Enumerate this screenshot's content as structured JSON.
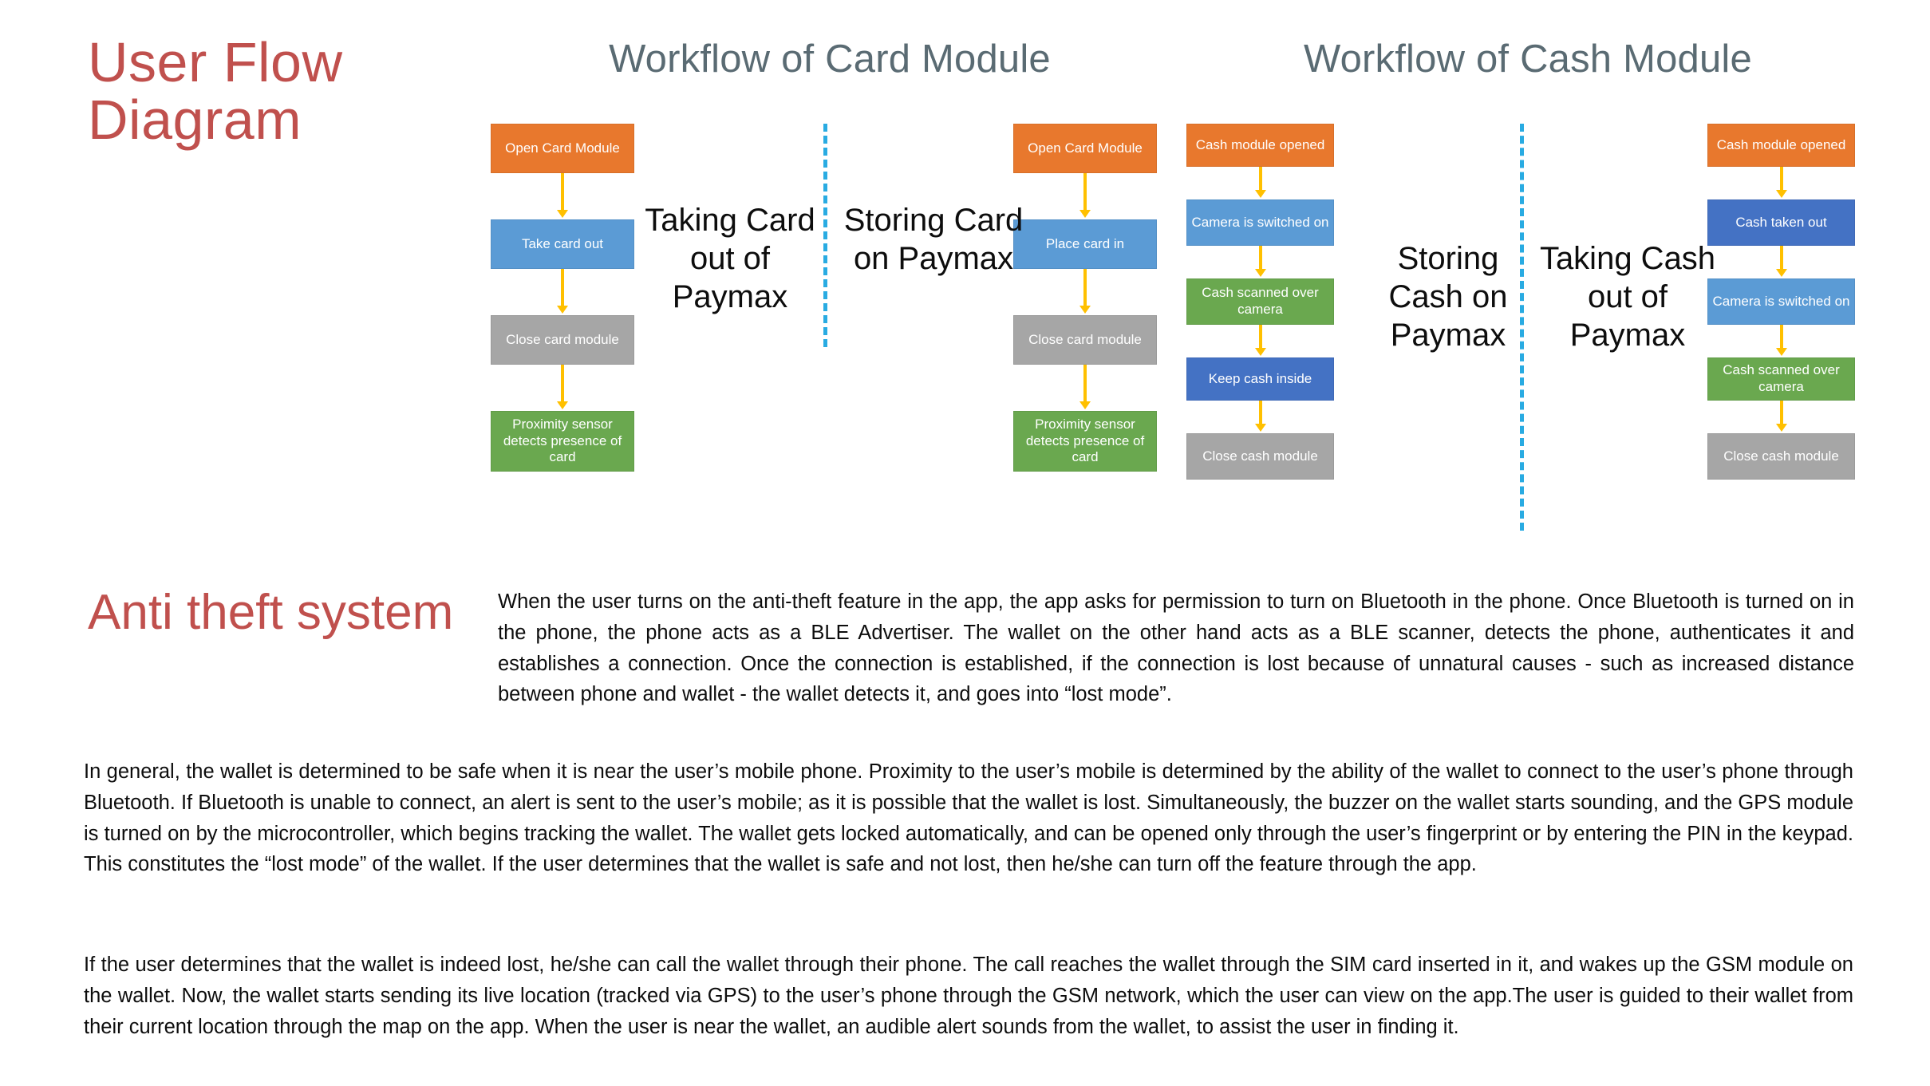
{
  "slide": {
    "title": "User Flow Diagram",
    "workflow_card_heading": "Workflow of Card Module",
    "workflow_cash_heading": "Workflow of Cash Module"
  },
  "colors": {
    "title_red": "#C0504D",
    "heading_slate": "#5A6B73",
    "orange": "#E8782D",
    "blue": "#5B9BD5",
    "dark_blue": "#4472C4",
    "green": "#6AA84F",
    "gray": "#A6A6A6",
    "arrow_yellow": "#FFC000",
    "divider_cyan": "#29ABE2"
  },
  "flows": [
    {
      "label": "Taking Card out of Paymax",
      "steps": [
        {
          "text": "Open Card Module",
          "color": "orange"
        },
        {
          "text": "Take card out",
          "color": "blue"
        },
        {
          "text": "Close card module",
          "color": "gray"
        },
        {
          "text": "Proximity sensor detects presence of card",
          "color": "green"
        }
      ]
    },
    {
      "label": "Storing Card on Paymax",
      "steps": [
        {
          "text": "Open Card Module",
          "color": "orange"
        },
        {
          "text": "Place card in",
          "color": "blue"
        },
        {
          "text": "Close card module",
          "color": "gray"
        },
        {
          "text": "Proximity sensor detects presence of card",
          "color": "green"
        }
      ]
    },
    {
      "label": "Storing Cash on Paymax",
      "steps": [
        {
          "text": "Cash module opened",
          "color": "orange"
        },
        {
          "text": "Camera is switched on",
          "color": "blue"
        },
        {
          "text": "Cash scanned over camera",
          "color": "green"
        },
        {
          "text": "Keep cash inside",
          "color": "dark_blue"
        },
        {
          "text": "Close cash module",
          "color": "gray"
        }
      ]
    },
    {
      "label": "Taking Cash out of Paymax",
      "steps": [
        {
          "text": "Cash module opened",
          "color": "orange"
        },
        {
          "text": "Cash taken out",
          "color": "dark_blue"
        },
        {
          "text": "Camera is switched on",
          "color": "blue"
        },
        {
          "text": "Cash scanned over camera",
          "color": "green"
        },
        {
          "text": "Close cash module",
          "color": "gray"
        }
      ]
    }
  ],
  "anti_theft": {
    "title": "Anti theft system",
    "paragraph_intro": "When the user turns on the anti-theft feature in the app, the app asks for permission to turn on Bluetooth in the phone. Once Bluetooth is turned on in the phone, the phone acts as a BLE Advertiser. The wallet on the other hand acts as a BLE scanner, detects the phone, authenticates it and establishes a connection. Once the connection is established, if the connection is lost because of unnatural causes - such as increased distance between phone and wallet - the wallet detects it, and goes into “lost mode”.",
    "paragraph_general": "In general, the wallet is determined to be safe when it is near the user’s mobile phone. Proximity to the user’s mobile is determined by the ability of the wallet to connect to the user’s phone through Bluetooth. If Bluetooth is unable to connect, an alert is sent to the user’s mobile; as it is possible that the wallet is lost. Simultaneously, the buzzer on the wallet starts sounding, and the GPS module is turned on by the microcontroller, which begins tracking the wallet. The wallet gets locked automatically, and can be opened only through the user’s fingerprint or by entering the PIN in the keypad. This constitutes the “lost mode” of the wallet. If the user determines that the wallet is safe and not lost, then he/she can turn off the feature through the app.",
    "paragraph_lost": "If the user determines that the wallet is indeed lost, he/she can call the wallet through their phone. The call reaches the wallet through the SIM card inserted in it, and wakes up the GSM module on the wallet. Now, the wallet starts sending its live location (tracked via GPS) to the user’s phone through the GSM network, which the user can view on the app.The user is guided to their wallet from their current location through the map on the app. When the user is near the wallet, an audible alert sounds from the wallet, to assist the user in finding it."
  }
}
